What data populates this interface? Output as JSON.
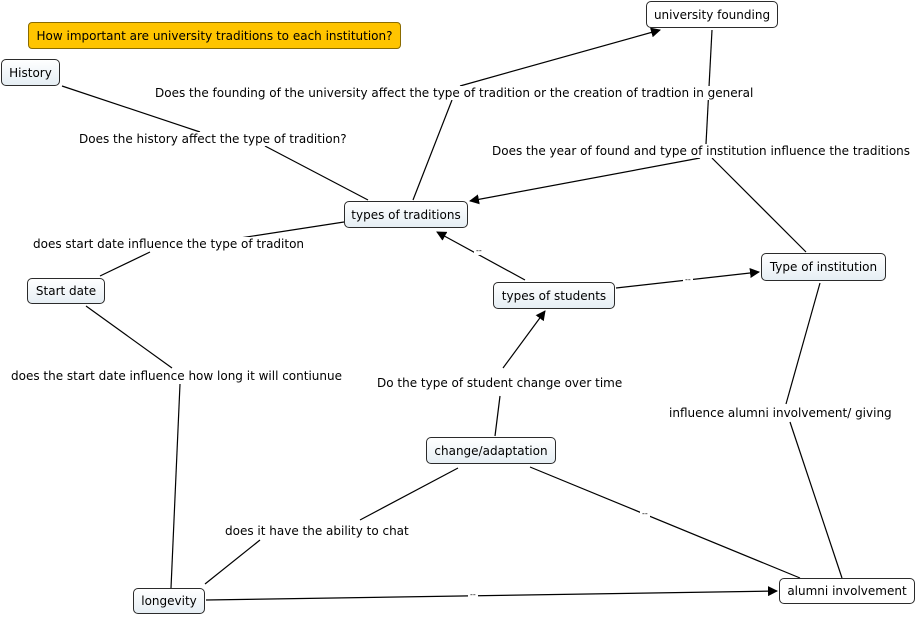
{
  "focus_question": "How important are university traditions to each institution?",
  "concepts": {
    "history": "History",
    "university_founding": "university founding",
    "types_of_traditions": "types of traditions",
    "start_date": "Start date",
    "types_of_students": "types of students",
    "type_of_institution": "Type of institution",
    "change_adaptation": "change/adaptation",
    "longevity": "longevity",
    "alumni_involvement": "alumni involvement"
  },
  "linking_phrases": {
    "founding_affect": "Does the founding of the university affect the type of tradition or the creation of tradtion in general",
    "history_affect": "Does the history affect the type of tradition?",
    "year_founded": "Does the year of found and type of institution influence the traditions",
    "start_date_type": "does start date influence the type of traditon",
    "start_date_long": "does the start date influence how long it will contiunue",
    "student_change": "Do the type of student change over time",
    "alumni_giving": "influence alumni involvement/ giving",
    "ability_to_chat": "does it have the ability to chat",
    "dash": "--"
  }
}
